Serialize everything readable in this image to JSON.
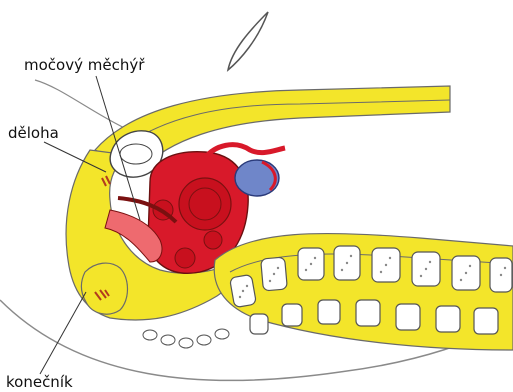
{
  "labels": {
    "bladder": "močový měchýř",
    "uterus": "děloha",
    "rectum": "konečník"
  },
  "colors": {
    "background": "#ffffff",
    "tissue_yellow": "#f3e52a",
    "organ_red": "#d8192a",
    "organ_light_red": "#ee6a6f",
    "ovary_blue": "#6f86c9",
    "outline": "#5a5a5a",
    "spine_dots": "#888888",
    "label_text": "#111111"
  }
}
